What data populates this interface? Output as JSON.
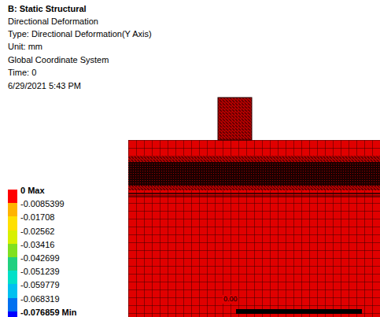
{
  "diagram": {
    "title": "B: Static Structural",
    "labels": [
      "Directional Deformation",
      "Type: Directional Deformation(Y Axis)",
      "Unit: mm",
      "Global Coordinate System",
      "Time: 0",
      "6/29/2021 5:43 PM",
      "0.00"
    ],
    "legend": [
      {
        "text": "0 Max",
        "color": "#ff0000"
      },
      {
        "text": "-0.0085399",
        "color": "#ffb400"
      },
      {
        "text": "-0.01708",
        "color": "#ffe000"
      },
      {
        "text": "-0.02562",
        "color": "#d8f000"
      },
      {
        "text": "-0.03416",
        "color": "#80e020"
      },
      {
        "text": "-0.042699",
        "color": "#20d080"
      },
      {
        "text": "-0.051239",
        "color": "#00e0c8"
      },
      {
        "text": "-0.059779",
        "color": "#00c0f0"
      },
      {
        "text": "-0.068319",
        "color": "#0070f0"
      },
      {
        "text": "-0.076859 Min",
        "color": "#0000ff"
      }
    ]
  }
}
